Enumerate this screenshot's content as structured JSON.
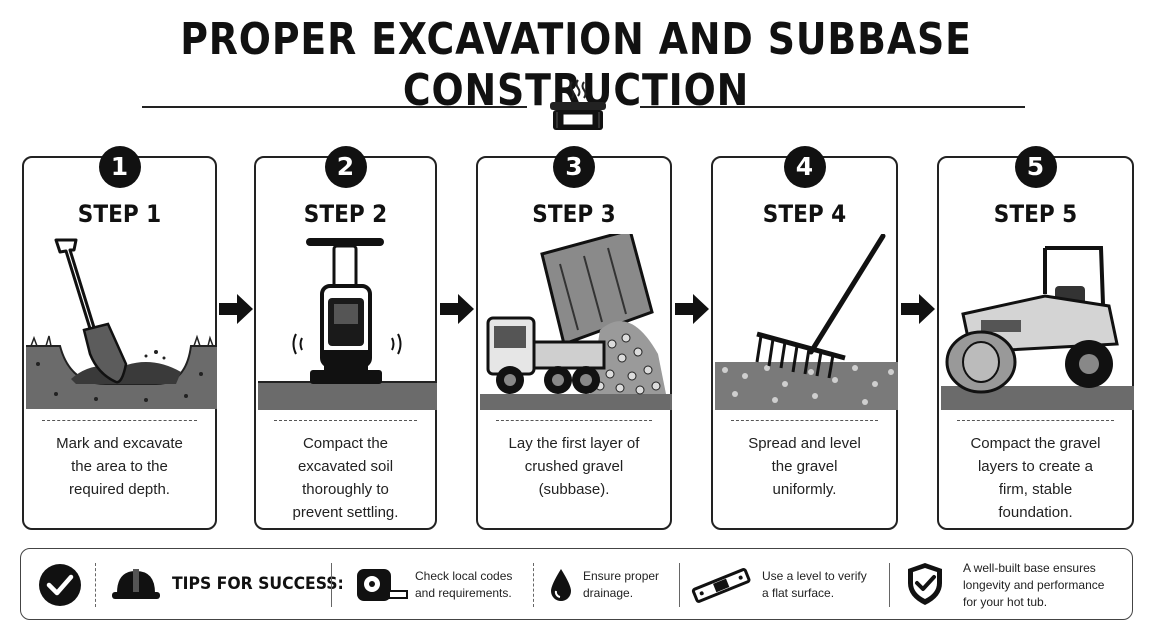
{
  "title": "PROPER EXCAVATION AND SUBBASE CONSTRUCTION",
  "steps": [
    {
      "number": "1",
      "label": "STEP 1",
      "text": [
        "Mark and excavate",
        "the area to the",
        "required depth."
      ],
      "icon": "shovel-icon"
    },
    {
      "number": "2",
      "label": "STEP 2",
      "text": [
        "Compact the",
        "excavated soil",
        "thoroughly to",
        "prevent settling."
      ],
      "icon": "plate-compactor-icon"
    },
    {
      "number": "3",
      "label": "STEP 3",
      "text": [
        "Lay the first layer of",
        "crushed gravel",
        "(subbase)."
      ],
      "icon": "dump-truck-icon"
    },
    {
      "number": "4",
      "label": "STEP 4",
      "text": [
        "Spread and level",
        "the gravel",
        "uniformly."
      ],
      "icon": "rake-icon"
    },
    {
      "number": "5",
      "label": "STEP 5",
      "text": [
        "Compact the gravel",
        "layers to create a",
        "firm, stable",
        "foundation."
      ],
      "icon": "road-roller-icon"
    }
  ],
  "tips": {
    "title": "TIPS FOR SUCCESS:",
    "items": [
      {
        "icon": "tape-measure-icon",
        "lines": [
          "Check local codes",
          "and requirements."
        ]
      },
      {
        "icon": "water-drop-icon",
        "lines": [
          "Ensure proper",
          "drainage."
        ]
      },
      {
        "icon": "spirit-level-icon",
        "lines": [
          "Use a level to verify",
          "a flat surface."
        ]
      },
      {
        "icon": "shield-check-icon",
        "lines": [
          "A well-built base ensures",
          "longevity and performance",
          "for your hot tub."
        ]
      }
    ]
  },
  "colors": {
    "ink": "#111111",
    "paper": "#ffffff",
    "ground": "#6b6b6b"
  }
}
